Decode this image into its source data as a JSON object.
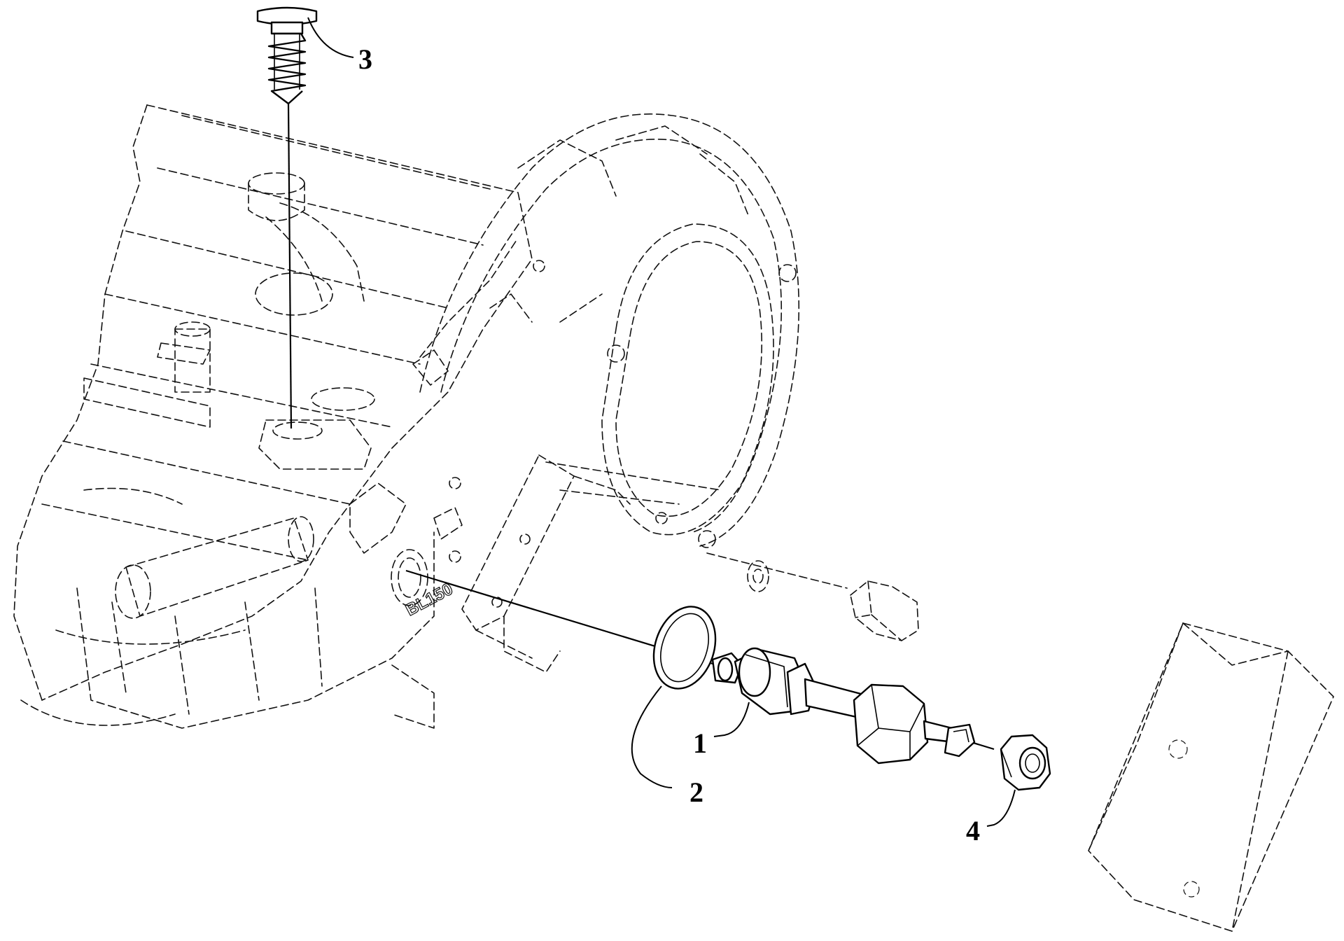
{
  "diagram": {
    "callouts": [
      {
        "id": "sender-body",
        "label": "1"
      },
      {
        "id": "sealing-ring",
        "label": "2"
      },
      {
        "id": "screw",
        "label": "3"
      },
      {
        "id": "nut",
        "label": "4"
      }
    ],
    "casting_mark": "BL150"
  }
}
